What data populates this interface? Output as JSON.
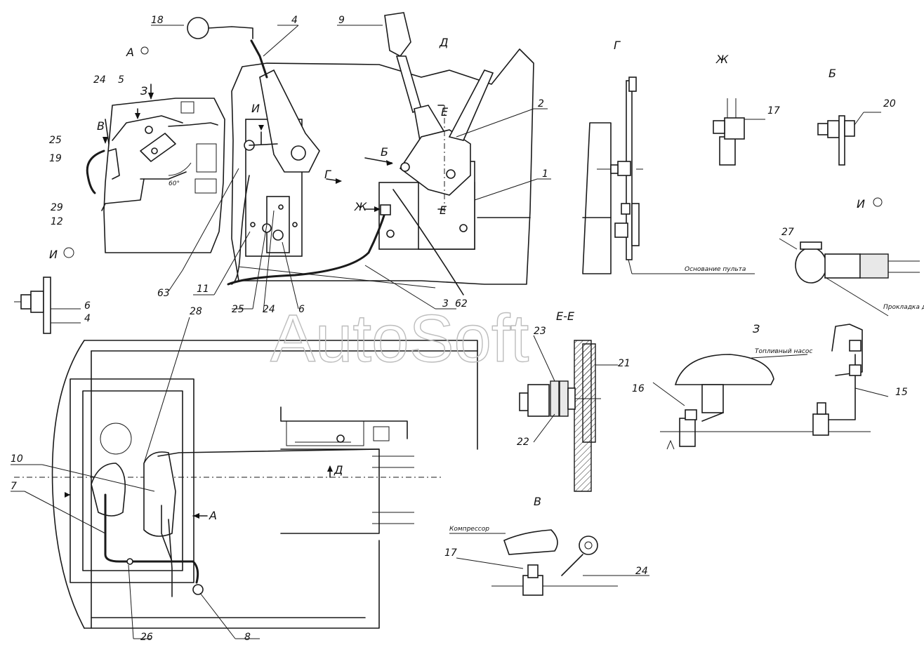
{
  "watermark": "AutoSoft",
  "numbers": {
    "n18": "18",
    "n4": "4",
    "n9": "9",
    "n2": "2",
    "n1": "1",
    "n3": "3",
    "n62": "62",
    "n63": "63",
    "n11": "11",
    "n25b": "25",
    "n24b": "24",
    "n6b": "6",
    "n28": "28",
    "n24a": "24",
    "n5": "5",
    "n25a": "25",
    "n19": "19",
    "n29": "29",
    "n12": "12",
    "n6": "6",
    "n4b": "4",
    "n17": "17",
    "n20": "20",
    "n27": "27",
    "n23": "23",
    "n21": "21",
    "n22": "22",
    "n16": "16",
    "n15": "15",
    "n10": "10",
    "n7": "7",
    "n26": "26",
    "n8": "8",
    "n17b": "17",
    "n24c": "24"
  },
  "view_labels": {
    "a": "А",
    "d": "Д",
    "g": "Г",
    "zh": "Ж",
    "b": "Б",
    "i": "И",
    "z": "З",
    "v": "В",
    "ee": "Е-Е",
    "e1": "Е",
    "e2": "Е",
    "i2": "И",
    "z2": "З",
    "v2": "В",
    "b2": "Б",
    "g2": "Г",
    "zh2": "Ж",
    "i3": "И",
    "d2": "Д",
    "a2": "А"
  },
  "captions": {
    "base": "Основание пульта",
    "gasket": "Прокладка двигатель",
    "pump": "Топливный насос",
    "compressor": "Компрессор",
    "angle": "60°"
  }
}
